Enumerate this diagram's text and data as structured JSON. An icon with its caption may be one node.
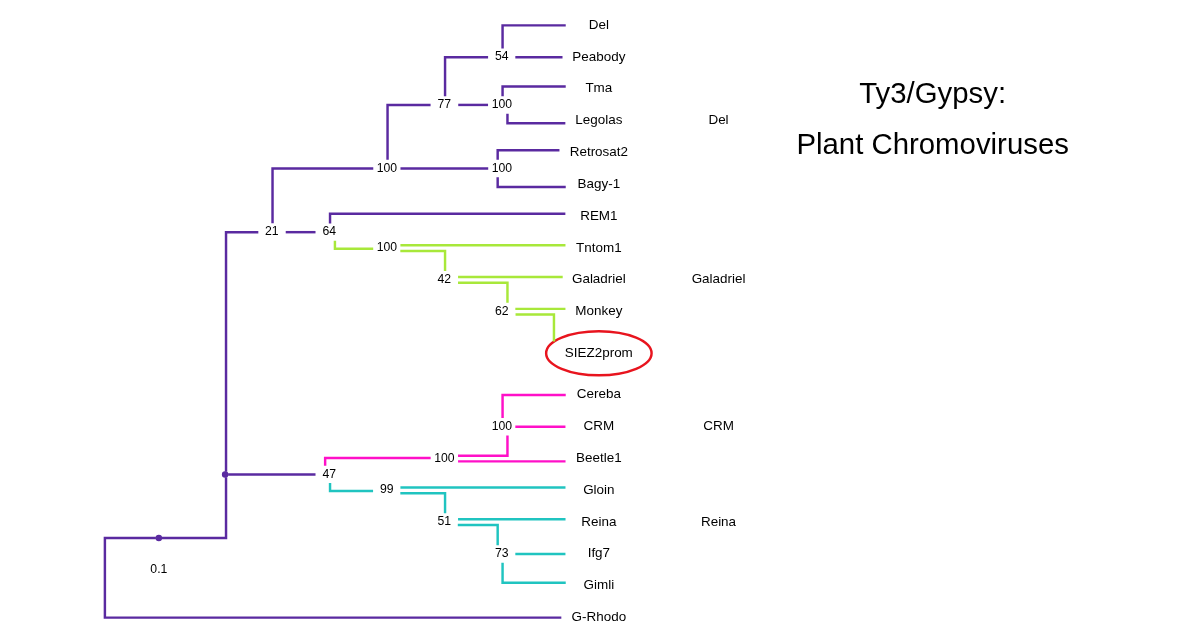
{
  "diagram": {
    "nodes": [
      {
        "text": [],
        "shape": "point"
      },
      {
        "text": [],
        "shape": "point"
      },
      {
        "text": [
          "21"
        ]
      },
      {
        "text": [
          "100"
        ]
      },
      {
        "text": [
          "77"
        ]
      },
      {
        "text": [
          "54"
        ]
      },
      {
        "text": [
          "Del"
        ]
      },
      {
        "text": [
          "Peabody"
        ]
      },
      {
        "text": [
          "100"
        ]
      },
      {
        "text": [
          "Tma"
        ]
      },
      {
        "text": [
          "Legolas"
        ]
      },
      {
        "text": [
          "100"
        ]
      },
      {
        "text": [
          "Retrosat2"
        ]
      },
      {
        "text": [
          "Bagy-1"
        ]
      },
      {
        "text": [
          "64"
        ]
      },
      {
        "text": [
          "REM1"
        ]
      },
      {
        "text": [
          "100"
        ]
      },
      {
        "text": [
          "Tntom1"
        ]
      },
      {
        "text": [
          "42"
        ]
      },
      {
        "text": [
          "Galadriel"
        ]
      },
      {
        "text": [
          "62"
        ]
      },
      {
        "text": [
          "Monkey"
        ]
      },
      {
        "text": [
          "SIEZ2prom"
        ]
      },
      {
        "text": [
          "47"
        ]
      },
      {
        "text": [
          "100"
        ]
      },
      {
        "text": [
          "100"
        ]
      },
      {
        "text": [
          "Cereba"
        ]
      },
      {
        "text": [
          "CRM"
        ]
      },
      {
        "text": [
          "Beetle1"
        ]
      },
      {
        "text": [
          "99"
        ]
      },
      {
        "text": [
          "Gloin"
        ]
      },
      {
        "text": [
          "51"
        ]
      },
      {
        "text": [
          "Reina"
        ]
      },
      {
        "text": [
          "73"
        ]
      },
      {
        "text": [
          "Ifg7"
        ]
      },
      {
        "text": [
          "Gimli"
        ]
      },
      {
        "text": [
          "G-Rhodo"
        ]
      }
    ],
    "edges": [
      {
        "from": 0,
        "to": 1,
        "arrow": "none"
      },
      {
        "from": 1,
        "to": 2,
        "arrow": "none"
      },
      {
        "from": 2,
        "to": 3,
        "arrow": "none"
      },
      {
        "from": 3,
        "to": 4,
        "arrow": "none"
      },
      {
        "from": 4,
        "to": 5,
        "arrow": "none"
      },
      {
        "from": 5,
        "to": 6,
        "arrow": "none"
      },
      {
        "from": 5,
        "to": 7,
        "arrow": "none"
      },
      {
        "from": 4,
        "to": 8,
        "arrow": "none"
      },
      {
        "from": 8,
        "to": 9,
        "arrow": "none"
      },
      {
        "from": 8,
        "to": 10,
        "arrow": "none"
      },
      {
        "from": 3,
        "to": 11,
        "arrow": "none"
      },
      {
        "from": 11,
        "to": 12,
        "arrow": "none"
      },
      {
        "from": 11,
        "to": 13,
        "arrow": "none"
      },
      {
        "from": 2,
        "to": 14,
        "arrow": "none"
      },
      {
        "from": 14,
        "to": 15,
        "arrow": "none"
      },
      {
        "from": 14,
        "to": 16,
        "arrow": "none",
        "color": "#a8e83a"
      },
      {
        "from": 16,
        "to": 17,
        "arrow": "none",
        "color": "#a8e83a"
      },
      {
        "from": 16,
        "to": 18,
        "arrow": "none",
        "color": "#a8e83a"
      },
      {
        "from": 18,
        "to": 19,
        "arrow": "none",
        "color": "#a8e83a"
      },
      {
        "from": 18,
        "to": 20,
        "arrow": "none",
        "color": "#a8e83a"
      },
      {
        "from": 20,
        "to": 21,
        "arrow": "none",
        "color": "#a8e83a"
      },
      {
        "from": 20,
        "to": 22,
        "arrow": "none",
        "color": "#a8e83a"
      },
      {
        "from": 1,
        "to": 23,
        "arrow": "none"
      },
      {
        "from": 23,
        "to": 24,
        "arrow": "none",
        "color": "#ff10c8"
      },
      {
        "from": 24,
        "to": 25,
        "arrow": "none",
        "color": "#ff10c8"
      },
      {
        "from": 25,
        "to": 26,
        "arrow": "none",
        "color": "#ff10c8"
      },
      {
        "from": 25,
        "to": 27,
        "arrow": "none",
        "color": "#ff10c8"
      },
      {
        "from": 24,
        "to": 28,
        "arrow": "none",
        "color": "#ff10c8"
      },
      {
        "from": 23,
        "to": 29,
        "arrow": "none",
        "color": "#20c4c0"
      },
      {
        "from": 29,
        "to": 30,
        "arrow": "none",
        "color": "#20c4c0"
      },
      {
        "from": 29,
        "to": 31,
        "arrow": "none",
        "color": "#20c4c0"
      },
      {
        "from": 31,
        "to": 32,
        "arrow": "none",
        "color": "#20c4c0"
      },
      {
        "from": 31,
        "to": 33,
        "arrow": "none",
        "color": "#20c4c0"
      },
      {
        "from": 33,
        "to": 34,
        "arrow": "none",
        "color": "#20c4c0"
      },
      {
        "from": 33,
        "to": 35,
        "arrow": "none",
        "color": "#20c4c0"
      },
      {
        "from": 0,
        "to": 36,
        "arrow": "none"
      }
    ],
    "labels": [
      "Del",
      "Galadriel",
      "CRM",
      "Reina",
      "Ty3/Gypsy:",
      "Plant Chromoviruses",
      "0.1"
    ]
  }
}
